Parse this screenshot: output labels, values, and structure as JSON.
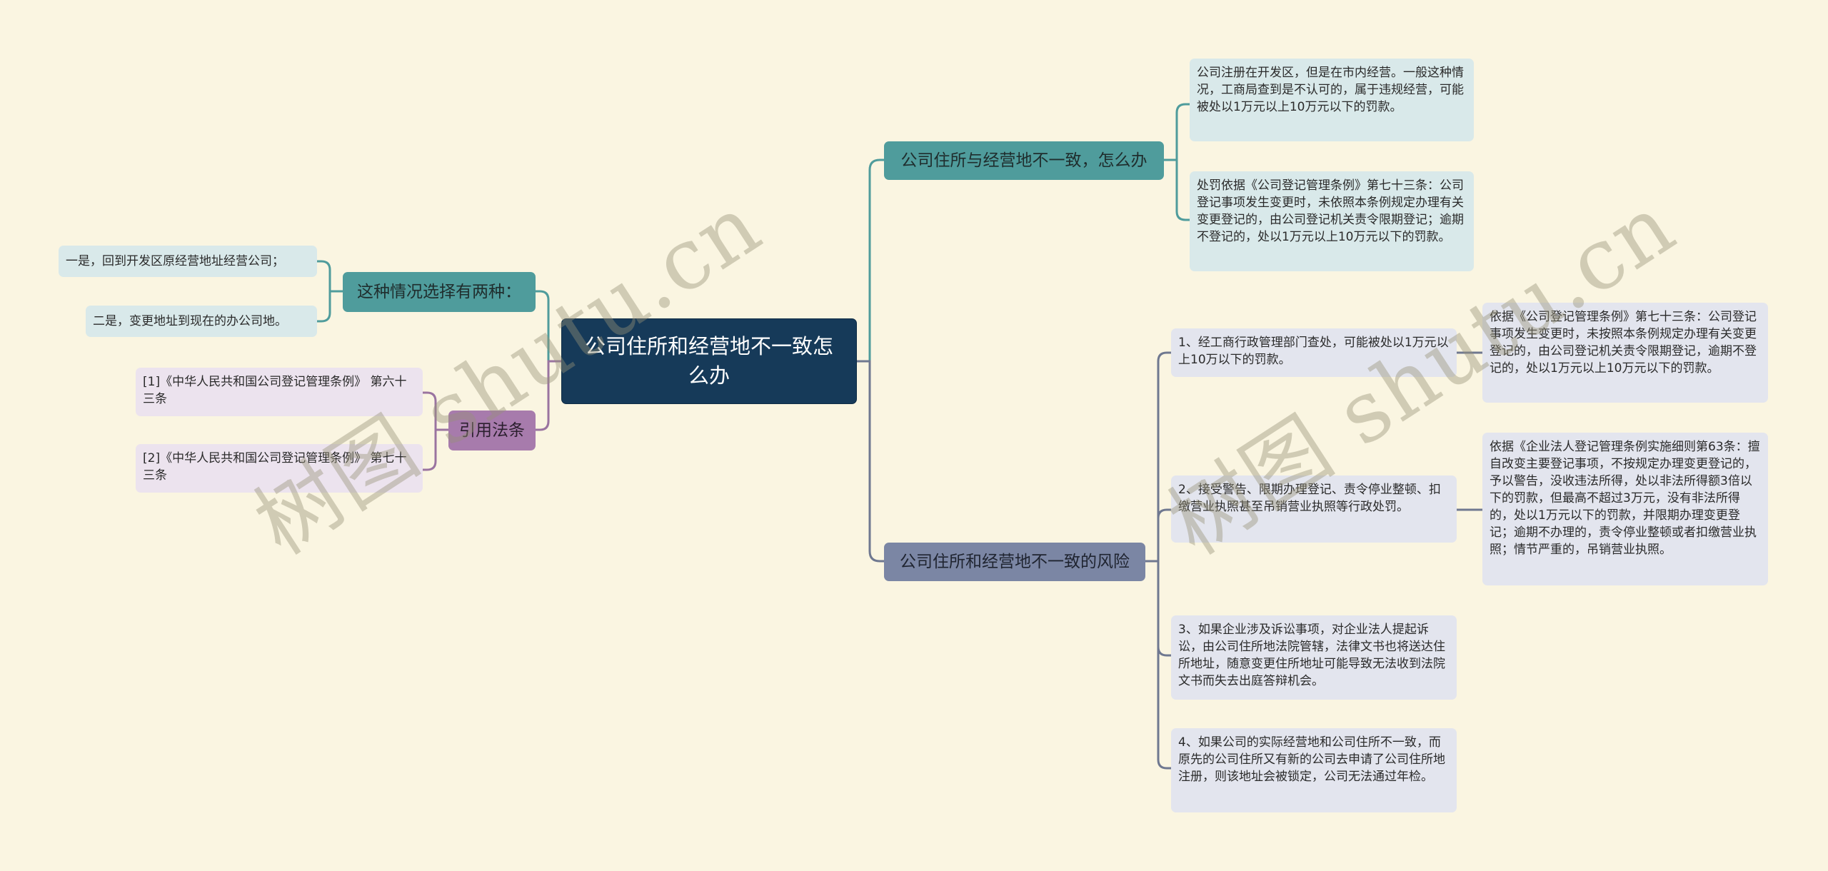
{
  "root": {
    "label": "公司住所和经营地不一致怎么办"
  },
  "branches": {
    "b1": {
      "label": "公司住所与经营地不一致，怎么办",
      "children": [
        "公司注册在开发区，但是在市内经营。一般这种情况，工商局查到是不认可的，属于违规经营，可能被处以1万元以上10万元以下的罚款。",
        "处罚依据《公司登记管理条例》第七十三条：公司登记事项发生变更时，未依照本条例规定办理有关变更登记的，由公司登记机关责令限期登记；逾期不登记的，处以1万元以上10万元以下的罚款。"
      ]
    },
    "b2": {
      "label": "公司住所和经营地不一致的风险",
      "children": [
        {
          "text": "1、经工商行政管理部门查处，可能被处以1万元以上10万以下的罚款。",
          "detail": "依据《公司登记管理条例》第七十三条：公司登记事项发生变更时，未按照本条例规定办理有关变更登记的，由公司登记机关责令限期登记，逾期不登记的，处以1万元以上10万元以下的罚款。"
        },
        {
          "text": "2、接受警告、限期办理登记、责令停业整顿、扣缴营业执照甚至吊销营业执照等行政处罚。",
          "detail": "依据《企业法人登记管理条例实施细则第63条：擅自改变主要登记事项，不按规定办理变更登记的，予以警告，没收违法所得，处以非法所得额3倍以下的罚款，但最高不超过3万元，没有非法所得的，处以1万元以下的罚款，并限期办理变更登记；逾期不办理的，责令停业整顿或者扣缴营业执照；情节严重的，吊销营业执照。"
        },
        {
          "text": "3、如果企业涉及诉讼事项，对企业法人提起诉讼，由公司住所地法院管辖，法律文书也将送达住所地址，随意变更住所地址可能导致无法收到法院文书而失去出庭答辩机会。"
        },
        {
          "text": "4、如果公司的实际经营地和公司住所不一致，而原先的公司住所又有新的公司去申请了公司住所地注册，则该地址会被锁定，公司无法通过年检。"
        }
      ]
    },
    "b3": {
      "label": "这种情况选择有两种：",
      "children": [
        "一是，回到开发区原经营地址经营公司；",
        "二是，变更地址到现在的办公司地。"
      ]
    },
    "b4": {
      "label": "引用法条",
      "children": [
        "[1]《中华人民共和国公司登记管理条例》 第六十三条",
        "[2]《中华人民共和国公司登记管理条例》 第七十三条"
      ]
    }
  },
  "watermark": {
    "text": "树图 shutu.cn"
  },
  "colors": {
    "background": "#faf5e1",
    "root": "#163a59",
    "teal": "#4f9c9c",
    "slate": "#7b86a4",
    "purple": "#a77bac"
  }
}
